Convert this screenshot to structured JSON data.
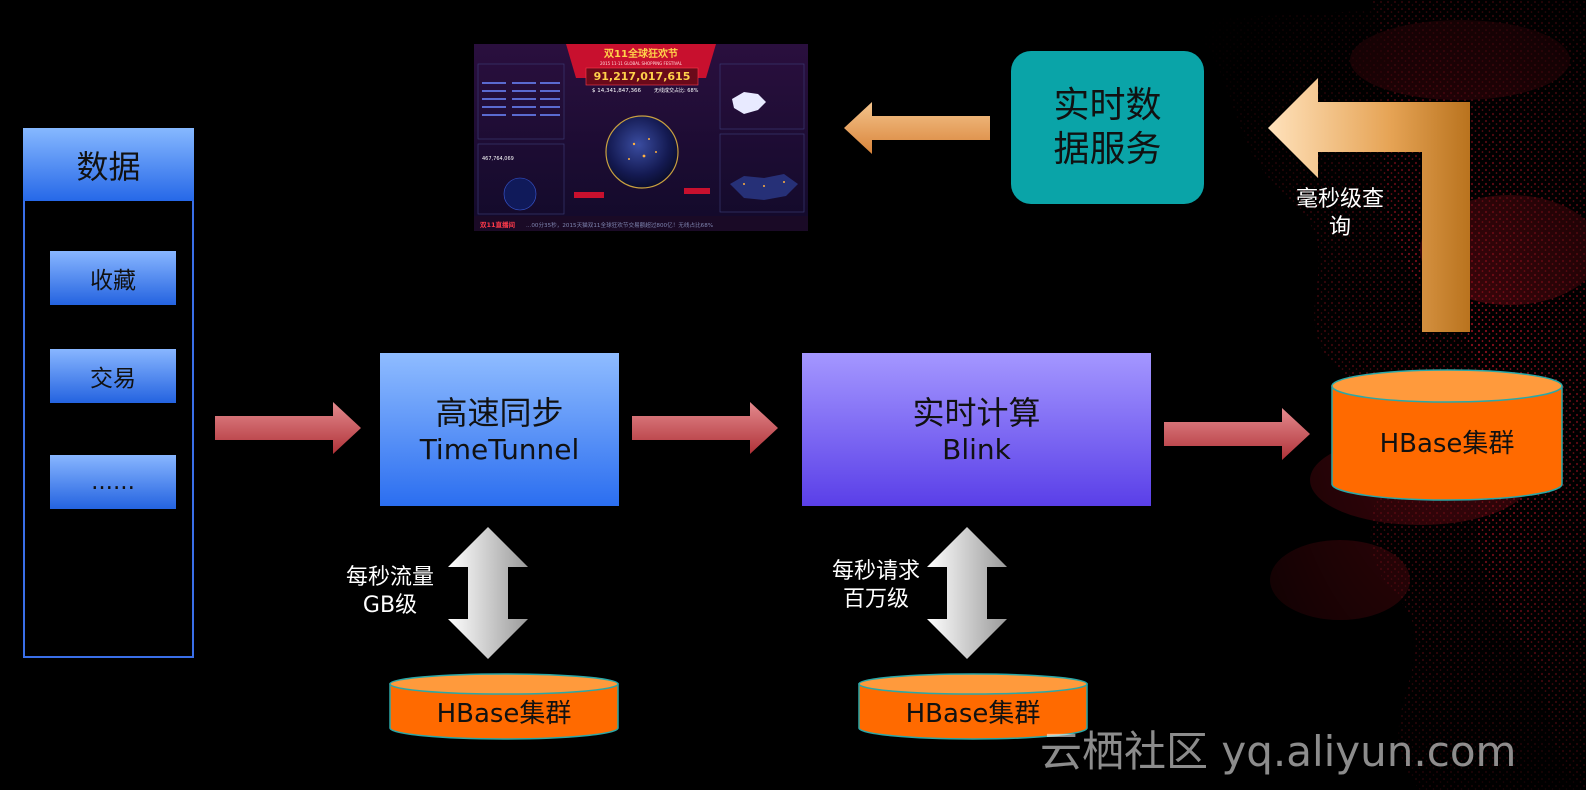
{
  "data_panel": {
    "title": "数据",
    "items": [
      "收藏",
      "交易",
      "......"
    ]
  },
  "sync": {
    "line1": "高速同步",
    "line2": "TimeTunnel"
  },
  "compute": {
    "line1": "实时计算",
    "line2": "Blink"
  },
  "realtime_service": {
    "line1": "实时数",
    "line2": "据服务"
  },
  "labels": {
    "sync_traffic_1": "每秒流量",
    "sync_traffic_2": "GB级",
    "compute_requests_1": "每秒请求",
    "compute_requests_2": "百万级",
    "query_1": "毫秒级查",
    "query_2": "询"
  },
  "hbase": {
    "main": "HBase集群",
    "sync": "HBase集群",
    "compute": "HBase集群"
  },
  "dashboard": {
    "title": "双11全球狂欢节",
    "subtitle": "2015 11·11 GLOBAL SHOPPING FESTIVAL",
    "gmv_digits": "91,217,017,615",
    "gmv_total": "$ 14,341,847,366",
    "wireless_ratio": "无线成交占比: 68%",
    "left_value": "467,764,069",
    "ticker": "...00分35秒，2015天猫双11全球狂欢节交易额超过800亿！无线占比68%",
    "brand": "双11直播间"
  },
  "watermark": "云栖社区 yq.aliyun.com",
  "colors": {
    "blue_box": "#2b6ef0",
    "purple_box": "#5a3fe8",
    "teal_box": "#0aa4a8",
    "hbase_orange": "#ff6a00",
    "red_arrow": "#c8444a"
  }
}
